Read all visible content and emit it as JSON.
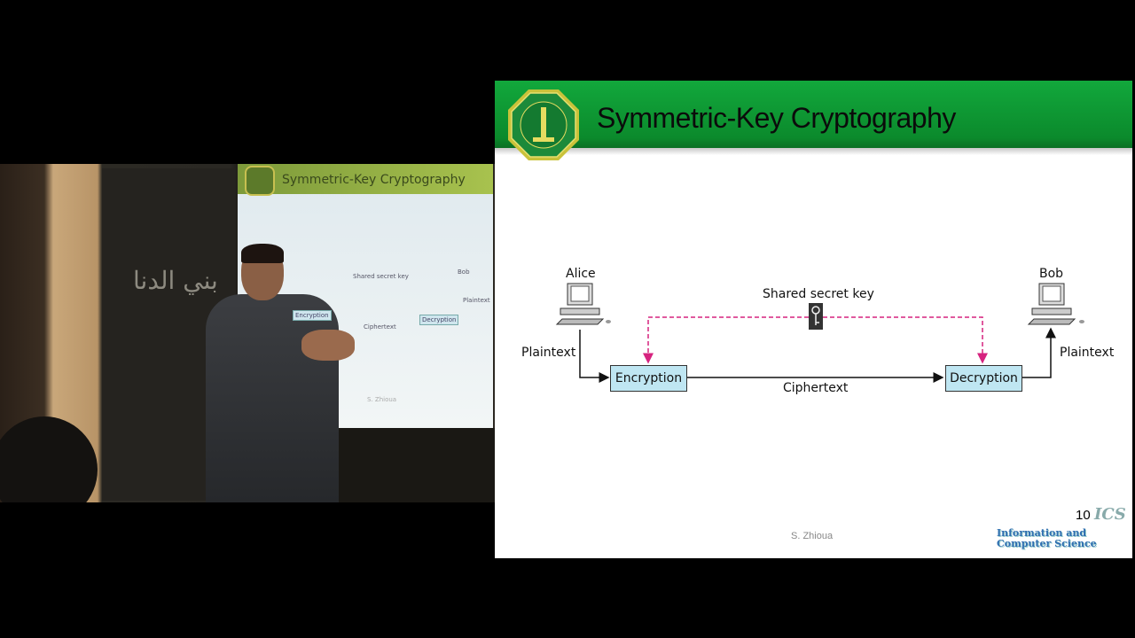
{
  "video": {
    "board_text": "بني الدنا",
    "projected_slide": {
      "title": "Symmetric-Key Cryptography",
      "shared_key": "Shared secret key",
      "bob": "Bob",
      "encryption": "Encryption",
      "ciphertext": "Ciphertext",
      "decryption": "Decryption",
      "plaintext": "Plaintext",
      "author": "S. Zhioua"
    }
  },
  "slide": {
    "title": "Symmetric-Key Cryptography",
    "header_color": "#0f9e36",
    "logo": "King Fahd University of Petroleum & Minerals seal",
    "diagram": {
      "alice": "Alice",
      "bob": "Bob",
      "shared_key": "Shared secret key",
      "plaintext_left": "Plaintext",
      "plaintext_right": "Plaintext",
      "encryption": "Encryption",
      "decryption": "Decryption",
      "ciphertext": "Ciphertext",
      "key_line_color": "#d6237f",
      "box_color": "#bfe6f2"
    },
    "footer": {
      "author": "S. Zhioua",
      "page": "10",
      "dept_line1": "Information and",
      "dept_line2": "Computer Science",
      "dept_mark": "ICS"
    }
  }
}
